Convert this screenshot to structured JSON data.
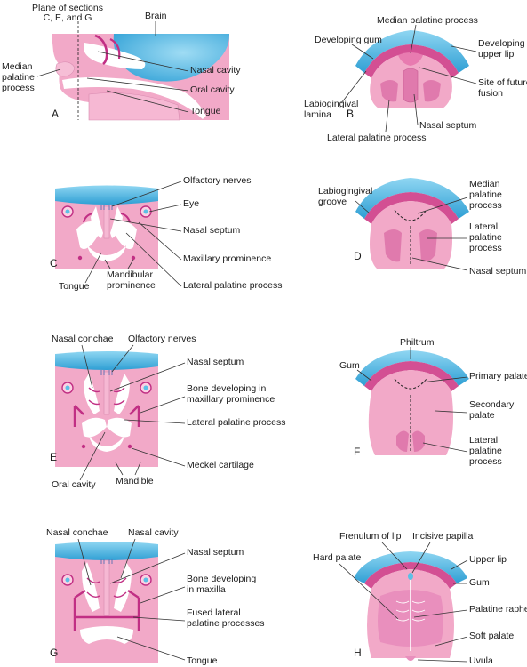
{
  "panels": {
    "A": {
      "letter": "A",
      "labels": [
        "Plane of sections",
        "C, E, and G",
        "Brain",
        "Median",
        "palatine",
        "process",
        "Nasal cavity",
        "Oral cavity",
        "Tongue"
      ]
    },
    "B": {
      "letter": "B",
      "labels": [
        "Median palatine process",
        "Developing gum",
        "Developing",
        "upper lip",
        "Site of future",
        "fusion",
        "Labiogingival",
        "lamina",
        "Nasal septum",
        "Lateral palatine process"
      ]
    },
    "C": {
      "letter": "C",
      "labels": [
        "Olfactory nerves",
        "Eye",
        "Nasal septum",
        "Maxillary prominence",
        "Lateral palatine process",
        "Tongue",
        "Mandibular",
        "prominence"
      ]
    },
    "D": {
      "letter": "D",
      "labels": [
        "Labiogingival",
        "groove",
        "Median",
        "palatine",
        "process",
        "Lateral",
        "palatine",
        "process",
        "Nasal septum"
      ]
    },
    "E": {
      "letter": "E",
      "labels": [
        "Nasal conchae",
        "Olfactory nerves",
        "Nasal septum",
        "Bone developing in",
        "maxillary prominence",
        "Lateral palatine process",
        "Meckel cartilage",
        "Oral cavity",
        "Mandible"
      ]
    },
    "F": {
      "letter": "F",
      "labels": [
        "Philtrum",
        "Gum",
        "Primary palate",
        "Secondary",
        "palate",
        "Lateral",
        "palatine",
        "process"
      ]
    },
    "G": {
      "letter": "G",
      "labels": [
        "Nasal conchae",
        "Nasal cavity",
        "Nasal septum",
        "Bone developing",
        "in maxilla",
        "Fused lateral",
        "palatine processes",
        "Tongue"
      ]
    },
    "H": {
      "letter": "H",
      "labels": [
        "Frenulum of lip",
        "Incisive papilla",
        "Hard palate",
        "Upper lip",
        "Gum",
        "Palatine raphe",
        "Soft palate",
        "Uvula"
      ]
    }
  },
  "colors": {
    "tissue": "#f2a9c8",
    "tissue_dark": "#d34f93",
    "brain": "#5bc0e6",
    "cavity": "#ffffff"
  }
}
